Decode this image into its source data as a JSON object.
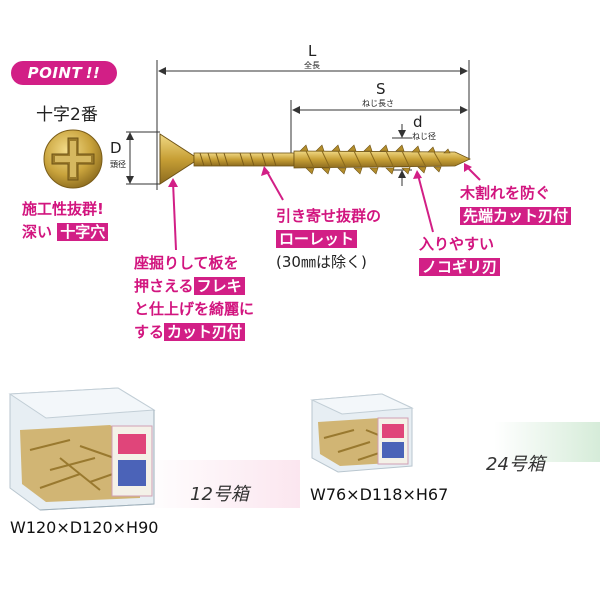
{
  "point_badge": "POINT !!",
  "head": {
    "title": "十字2番",
    "d_letter": "D",
    "d_caption": "頭径"
  },
  "dimensions": {
    "L": "L",
    "L_caption": "全長",
    "S": "S",
    "S_caption": "ねじ長さ",
    "d": "d",
    "d_caption": "ねじ径"
  },
  "callouts": {
    "cross": {
      "line1": "施工性抜群!",
      "line2_prefix": "深い",
      "line2_hl": "十字穴"
    },
    "knurl": {
      "line1": "引き寄せ抜群の",
      "line2_hl": "ローレット",
      "line3": "(30㎜は除く)"
    },
    "saw": {
      "line1": "入りやすい",
      "line2_hl": "ノコギリ刃"
    },
    "tip": {
      "line1": "木割れを防ぐ",
      "line2_hl": "先端カット刃付"
    },
    "head_cut": {
      "line1": "座掘りして板を",
      "line2_prefix": "押さえる",
      "line2_hl": "フレキ",
      "line3": "と仕上げを綺麗に",
      "line4_prefix": "する",
      "line4_hl": "カット刃付"
    }
  },
  "boxes": [
    {
      "label": "12号箱",
      "size": "W120×D120×H90"
    },
    {
      "label": "24号箱",
      "size": "W76×D118×H67"
    }
  ],
  "colors": {
    "accent": "#d21f86",
    "screw": "#c8a23a"
  }
}
